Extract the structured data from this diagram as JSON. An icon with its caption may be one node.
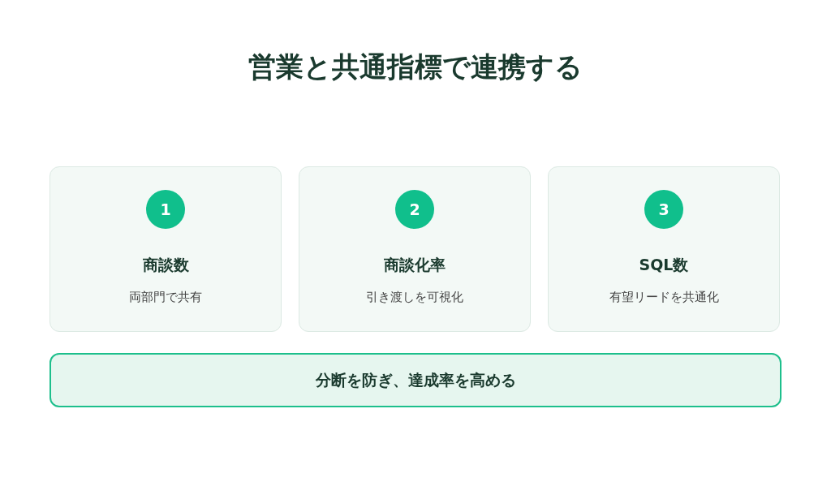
{
  "diagram": {
    "title": "営業と共通指標で連携する",
    "nodes": [
      {
        "text": [
          "商談数",
          "両部門で共有"
        ]
      },
      {
        "text": [
          "1"
        ],
        "in": 0
      },
      {
        "text": [
          "商談化率",
          "引き渡しを可視化"
        ]
      },
      {
        "text": [
          "2"
        ],
        "in": 2
      },
      {
        "text": [
          "SQL数",
          "有望リードを共通化"
        ]
      },
      {
        "text": [
          "3"
        ],
        "in": 4
      },
      {
        "text": [
          "分断を防ぎ、達成率を高める"
        ]
      }
    ]
  }
}
